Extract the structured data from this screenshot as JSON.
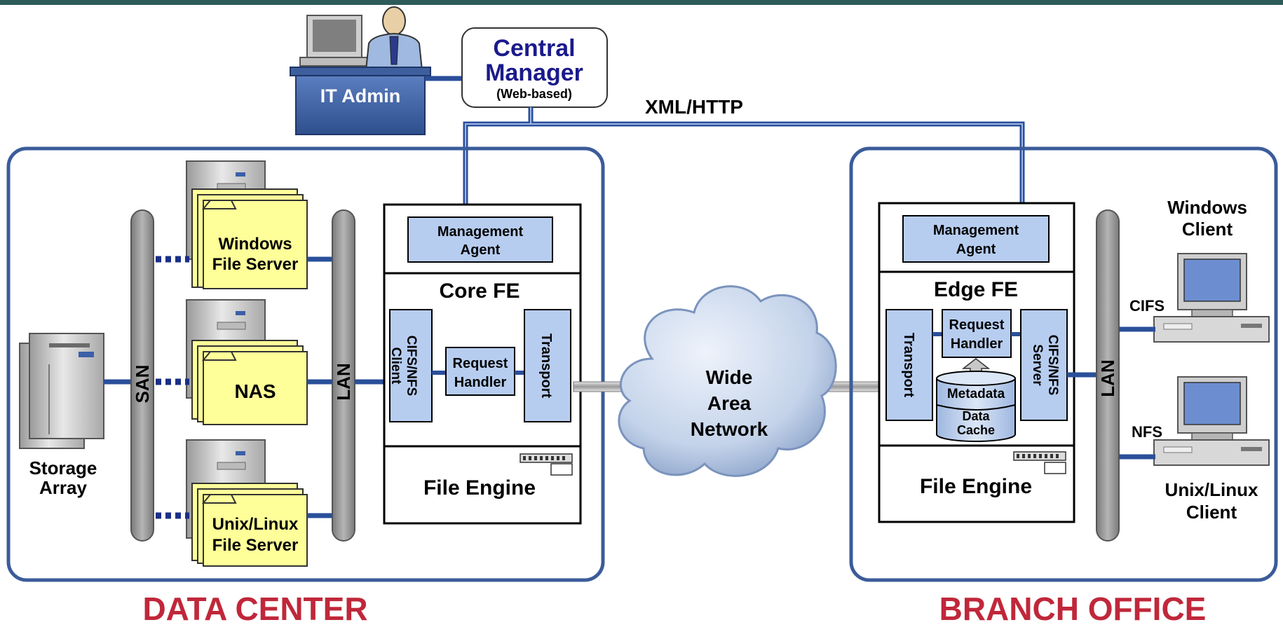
{
  "diagram": {
    "admin": {
      "label": "IT Admin"
    },
    "central_manager": {
      "title_line1": "Central",
      "title_line2": "Manager",
      "subtitle": "(Web-based)"
    },
    "protocol_label": "XML/HTTP",
    "data_center": {
      "caption": "DATA CENTER",
      "san_label": "SAN",
      "lan_label": "LAN",
      "storage_array": {
        "line1": "Storage",
        "line2": "Array"
      },
      "servers": [
        {
          "line1": "Windows",
          "line2": "File Server"
        },
        {
          "line1": "NAS",
          "line2": ""
        },
        {
          "line1": "Unix/Linux",
          "line2": "File Server"
        }
      ],
      "core_fe": {
        "management_agent": {
          "line1": "Management",
          "line2": "Agent"
        },
        "title": "Core FE",
        "client_module": {
          "line1": "CIFS/NFS",
          "line2": "Client"
        },
        "request_handler": {
          "line1": "Request",
          "line2": "Handler"
        },
        "transport": "Transport",
        "file_engine": "File Engine"
      }
    },
    "wan": {
      "line1": "Wide",
      "line2": "Area",
      "line3": "Network"
    },
    "branch_office": {
      "caption": "BRANCH OFFICE",
      "lan_label": "LAN",
      "edge_fe": {
        "management_agent": {
          "line1": "Management",
          "line2": "Agent"
        },
        "title": "Edge FE",
        "transport": "Transport",
        "request_handler": {
          "line1": "Request",
          "line2": "Handler"
        },
        "metadata": "Metadata",
        "data_cache": {
          "line1": "Data",
          "line2": "Cache"
        },
        "server_module": {
          "line1": "CIFS/NFS",
          "line2": "Server"
        },
        "file_engine": "File Engine"
      },
      "windows_client": {
        "line1": "Windows",
        "line2": "Client",
        "protocol": "CIFS"
      },
      "unix_client": {
        "line1": "Unix/Linux",
        "line2": "Client",
        "protocol": "NFS"
      }
    },
    "colors": {
      "border_blue": "#3b5c9a",
      "line_blue": "#2a4f9a",
      "module_fill": "#b7cdf0",
      "folder_fill": "#ffff99",
      "caption_red": "#c0273a",
      "bar_gray": "#8c8c8c",
      "title_navy": "#1a1a8c"
    }
  }
}
